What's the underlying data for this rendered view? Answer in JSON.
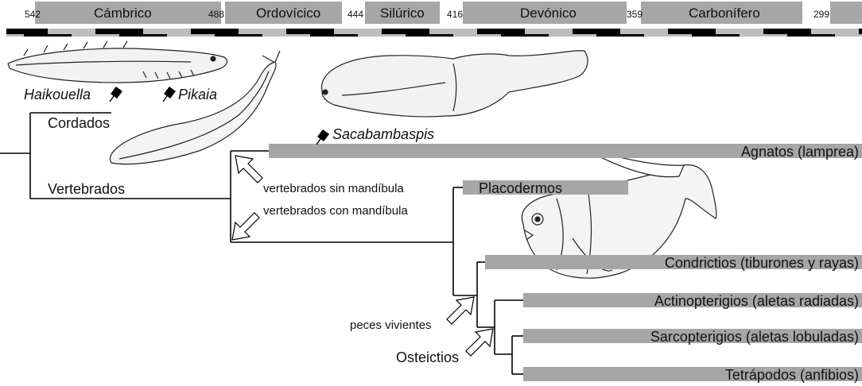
{
  "timescale": {
    "periods": [
      "Cámbrico",
      "Ordovícico",
      "Silúrico",
      "Devónico",
      "Carbonífero"
    ],
    "mya": [
      "542",
      "488",
      "444",
      "416",
      "359",
      "299"
    ]
  },
  "fossils": [
    "Haikouella",
    "Pikaia",
    "Sacabambaspis"
  ],
  "clades": {
    "cordados": "Cordados",
    "vertebrados": "Vertebrados",
    "osteictios": "Osteictios"
  },
  "annotations": {
    "jawless": "vertebrados sin mandíbula",
    "jawed": "vertebrados con mandíbula",
    "living_fish": "peces vivientes"
  },
  "lineages": {
    "agnatos": "Agnatos (lamprea)",
    "placodermos": "Placodermos",
    "condrictios": "Condrictios (tiburones y rayas)",
    "actinopterigios": "Actinopterigios (aletas radiadas)",
    "sarcopterigios": "Sarcopterigios (aletas lobuladas)",
    "tetrapodos": "Tetrápodos (anfibios)"
  },
  "colors": {
    "band": "#a6a6a6",
    "line": "#000000",
    "text": "#111111"
  }
}
